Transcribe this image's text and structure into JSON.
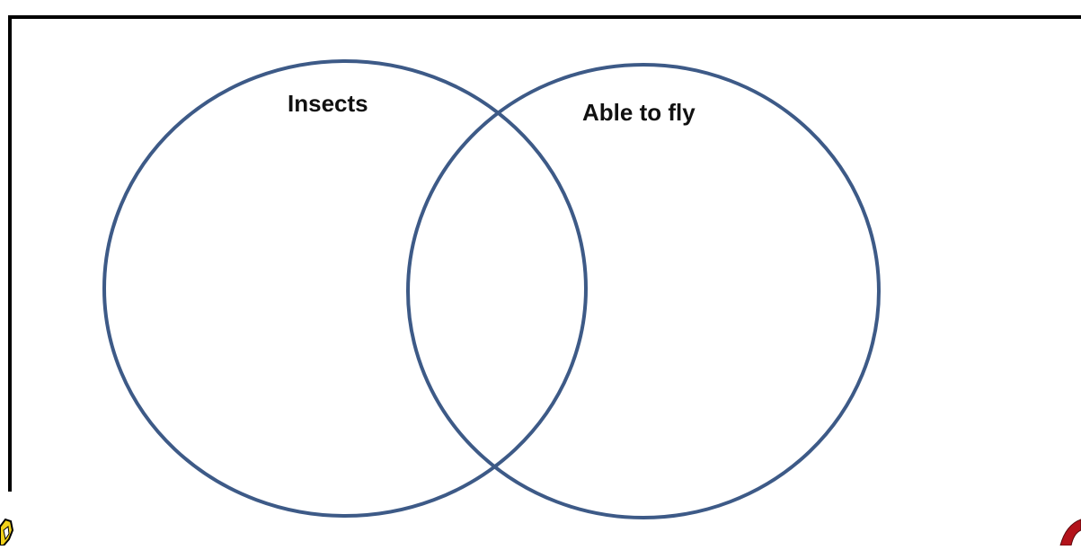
{
  "diagram": {
    "type": "venn",
    "sets": [
      {
        "label": "Insects",
        "color": "#3d5a87"
      },
      {
        "label": "Able to fly",
        "color": "#3d5a87"
      }
    ],
    "frame_color": "#000000",
    "corner_icons": {
      "left": "pencil-icon",
      "right": "red-swirl-icon"
    },
    "colors": {
      "pencil_yellow": "#f2d21b",
      "corner_red": "#b3131b"
    }
  }
}
